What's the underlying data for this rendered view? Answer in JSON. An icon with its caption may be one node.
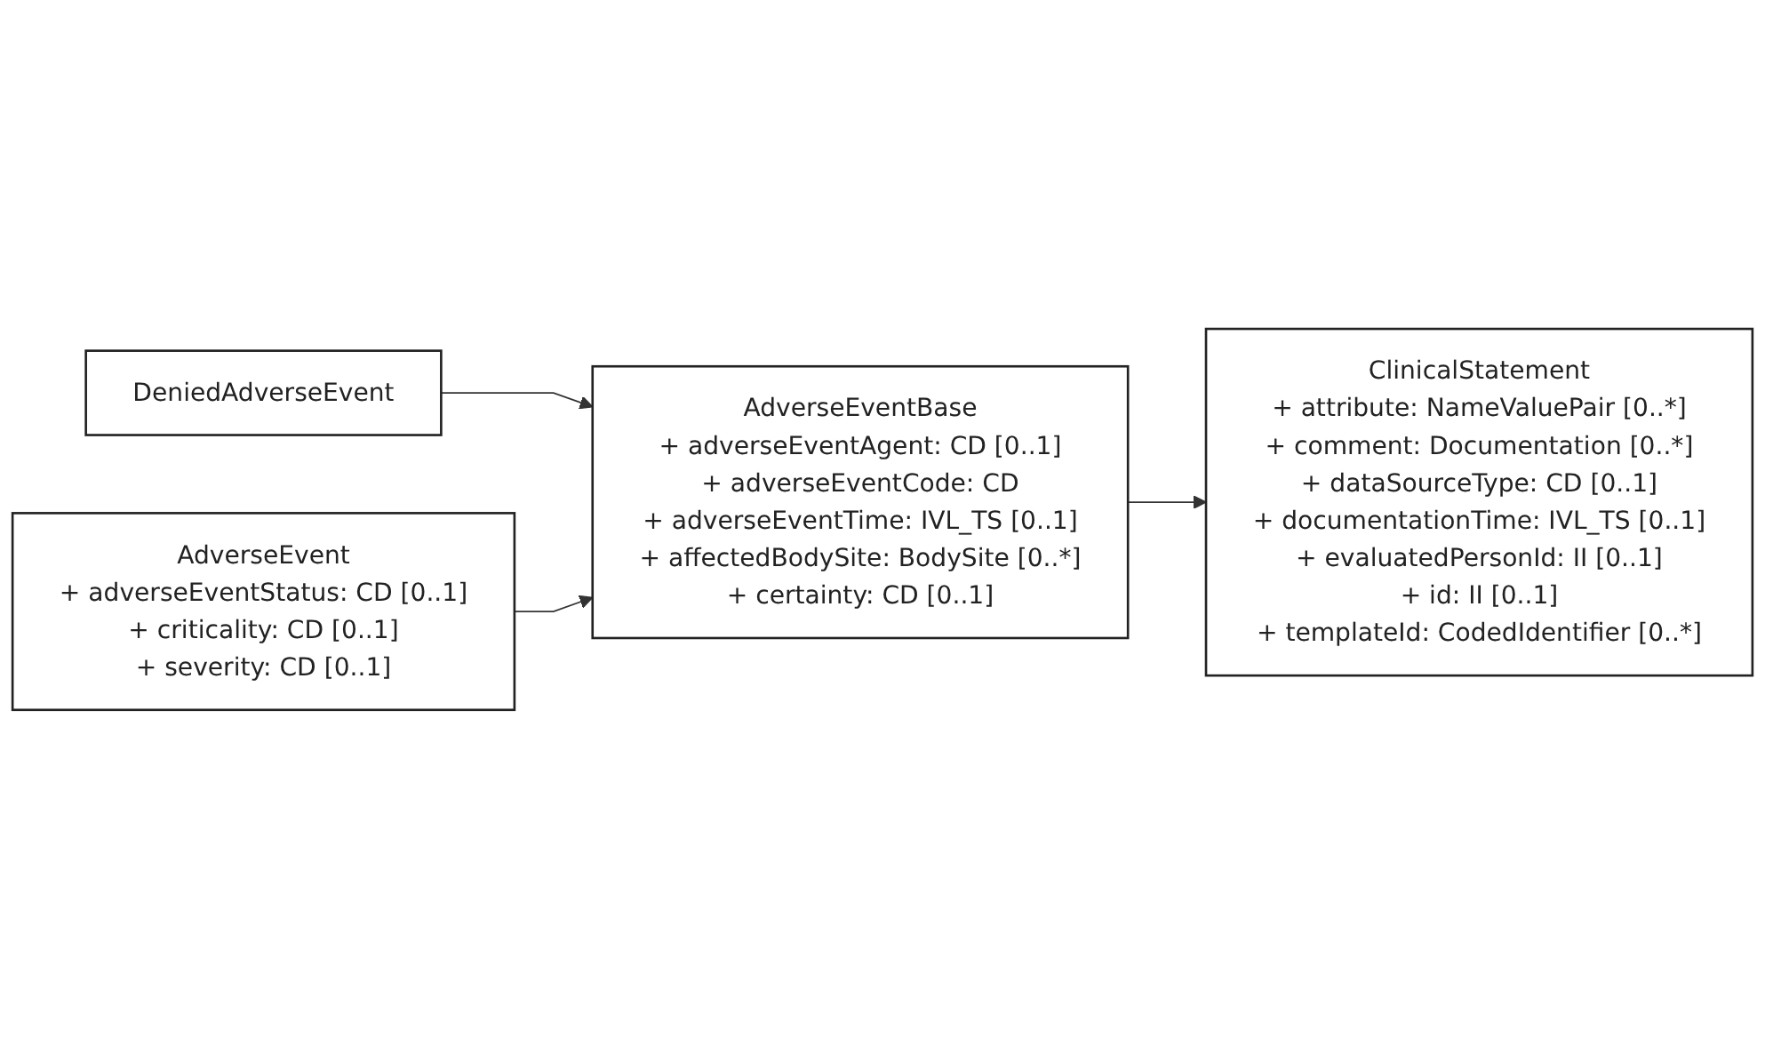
{
  "diagram": {
    "nodes": [
      {
        "text": [
          "ClinicalStatement",
          "+ attribute: NameValuePair [0..*]",
          "+ comment: Documentation [0..*]",
          "+ dataSourceType: CD [0..1]",
          "+ documentationTime: IVL_TS [0..1]",
          "+ evaluatedPersonId: II [0..1]",
          "+ id: II [0..1]",
          "+ templateId: CodedIdentifier [0..*]"
        ]
      },
      {
        "text": [
          "DeniedAdverseEvent"
        ]
      },
      {
        "text": [
          "AdverseEventBase",
          "+ adverseEventAgent: CD [0..1]",
          "+ adverseEventCode: CD",
          "+ adverseEventTime: IVL_TS [0..1]",
          "+ affectedBodySite: BodySite [0..*]",
          "+ certainty: CD [0..1]"
        ]
      },
      {
        "text": [
          "AdverseEvent",
          "+ adverseEventStatus: CD [0..1]",
          "+ criticality: CD [0..1]",
          "+ severity: CD [0..1]"
        ]
      }
    ],
    "edges": [
      {
        "from": 2,
        "to": 0,
        "arrow": "to"
      },
      {
        "from": 1,
        "to": 2,
        "arrow": "to"
      },
      {
        "from": 3,
        "to": 2,
        "arrow": "to"
      }
    ]
  }
}
